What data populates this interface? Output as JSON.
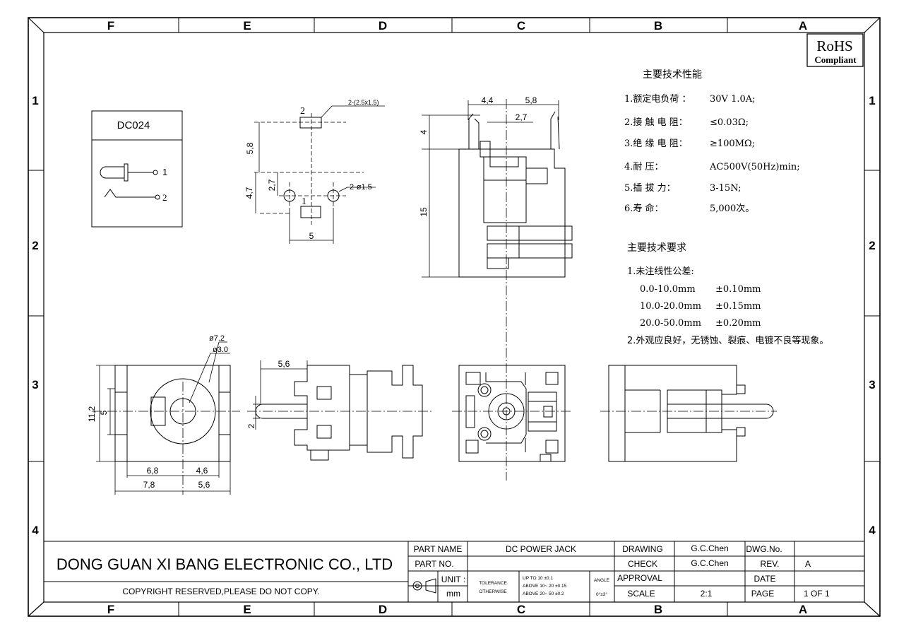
{
  "frame": {
    "col_letters": [
      "F",
      "E",
      "D",
      "C",
      "B",
      "A"
    ],
    "row_numbers": [
      "1",
      "2",
      "3",
      "4"
    ]
  },
  "rohs": {
    "line1": "RoHS",
    "line2": "Compliant"
  },
  "schematic": {
    "model": "DC024",
    "pin1": "1",
    "pin2": "2"
  },
  "pcb_layout": {
    "pad2_num": "2",
    "pad1_num": "1",
    "slot_callout": "2-(2.5x1.5)",
    "hole_callout": "2-ø1.5",
    "dim_5_8": "5,8",
    "dim_2_7": "2,7",
    "dim_4_7": "4,7",
    "dim_5": "5"
  },
  "side_view": {
    "dim_4_4": "4,4",
    "dim_5_8": "5,8",
    "dim_2_7": "2,7",
    "dim_4": "4",
    "dim_15": "15"
  },
  "front_view": {
    "dia_outer": "ø7.2",
    "dia_inner": "ø3.0",
    "dim_11_2": "11,2",
    "dim_5": "5",
    "dim_6_8": "6,8",
    "dim_4_6": "4,6",
    "dim_7_8": "7,8",
    "dim_5_6": "5,6"
  },
  "top_view": {
    "dim_5_6": "5,6",
    "dim_2": "2"
  },
  "specs": {
    "title": "主要技术性能",
    "items": [
      {
        "label": "1.额定电负荷 ：",
        "value": "30V 1.0A;"
      },
      {
        "label": "2.接 触 电 阻：",
        "value": "≤0.03Ω;"
      },
      {
        "label": "3.绝 缘 电 阻：",
        "value": "≥100MΩ;"
      },
      {
        "label": "4.耐        压：",
        "value": "AC500V(50Hz)min;"
      },
      {
        "label": "5.插   拔   力：",
        "value": "3-15N;"
      },
      {
        "label": "6.寿        命：",
        "value": "5,000次。"
      }
    ]
  },
  "requirements": {
    "title": "主要技术要求",
    "item1": "1.未注线性公差:",
    "tolerances": [
      {
        "range": "0.0-10.0mm",
        "tol": "±0.10mm"
      },
      {
        "range": "10.0-20.0mm",
        "tol": "±0.15mm"
      },
      {
        "range": "20.0-50.0mm",
        "tol": "±0.20mm"
      }
    ],
    "item2": "2.外观应良好，无锈蚀、裂痕、电镀不良等现象。"
  },
  "title_block": {
    "company": "DONG GUAN XI BANG ELECTRONIC CO., LTD",
    "copyright": "COPYRIGHT  RESERVED,PLEASE  DO  NOT  COPY.",
    "part_name_label": "PART  NAME",
    "part_name": "DC  POWER  JACK",
    "part_no_label": "PART  NO.",
    "unit_label": "UNIT :",
    "unit": "mm",
    "tolerance_label_1": "TOLERANCE",
    "tolerance_label_2": "OTHERWISE",
    "tol_row1": "UP TO 10        ±0.1",
    "tol_row2": "ABOVE 10~  20   ±0.15",
    "tol_row3": "ABOVE 20~  50   ±0.2",
    "angle_label": "ANGLE",
    "angle_value": "0°±3°",
    "drawing_label": "DRAWING",
    "drawing": "G.C.Chen",
    "check_label": "CHECK",
    "check": "G.C.Chen",
    "approval_label": "APPROVAL",
    "scale_label": "SCALE",
    "scale": "2:1",
    "dwg_no_label": "DWG.No.",
    "rev_label": "REV.",
    "rev": "A",
    "date_label": "DATE",
    "page_label": "PAGE",
    "page": "1  OF  1"
  }
}
